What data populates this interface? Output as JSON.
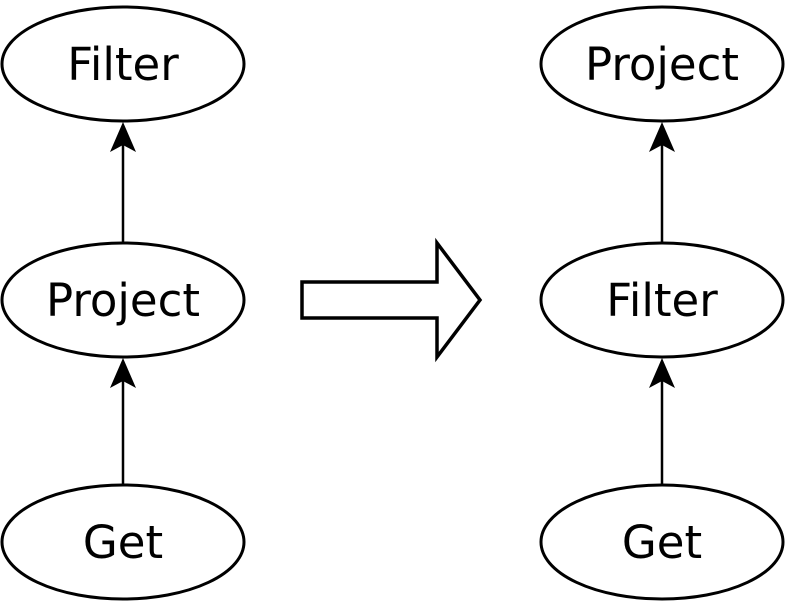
{
  "diagram": {
    "left_tree": {
      "nodes": [
        {
          "id": "filter",
          "label": "Filter",
          "position": "top"
        },
        {
          "id": "project",
          "label": "Project",
          "position": "middle"
        },
        {
          "id": "get",
          "label": "Get",
          "position": "bottom"
        }
      ],
      "edges": [
        {
          "from": "get",
          "to": "project",
          "direction": "up"
        },
        {
          "from": "project",
          "to": "filter",
          "direction": "up"
        }
      ]
    },
    "right_tree": {
      "nodes": [
        {
          "id": "project",
          "label": "Project",
          "position": "top"
        },
        {
          "id": "filter",
          "label": "Filter",
          "position": "middle"
        },
        {
          "id": "get",
          "label": "Get",
          "position": "bottom"
        }
      ],
      "edges": [
        {
          "from": "get",
          "to": "filter",
          "direction": "up"
        },
        {
          "from": "filter",
          "to": "project",
          "direction": "up"
        }
      ]
    },
    "transform": {
      "icon": "right-block-arrow"
    },
    "colors": {
      "background": "#ffffff",
      "node_fill": "#ffffff",
      "node_stroke": "#000000",
      "edge_color": "#000000",
      "text_color": "#000000"
    }
  }
}
